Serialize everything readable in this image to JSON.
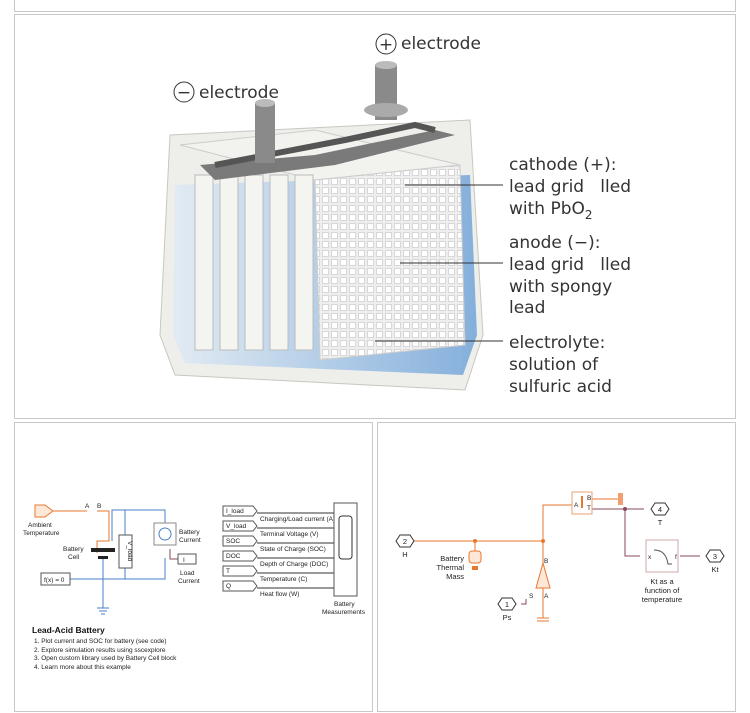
{
  "battery_diagram": {
    "positive_electrode": {
      "symbol": "+",
      "label": "electrode"
    },
    "negative_electrode": {
      "symbol": "−",
      "label": "electrode"
    },
    "cathode": [
      "cathode (+):",
      "lead grid   lled",
      "with PbO",
      "2"
    ],
    "anode": [
      "anode (−):",
      "lead grid   lled",
      "with spongy",
      "lead"
    ],
    "electrolyte": [
      "electrolyte:",
      "solution of",
      "sulfuric acid"
    ]
  },
  "lead_acid_model": {
    "ambient_temperature": [
      "Ambient",
      "Temperature"
    ],
    "port_a": "A",
    "port_b": "B",
    "battery_cell": [
      "Battery",
      "Cell"
    ],
    "v_load": "V_load",
    "battery_current": [
      "Battery",
      "Current"
    ],
    "load_current": [
      "Load",
      "Current"
    ],
    "load_block": "I",
    "solver": "f(x) = 0",
    "goto_tags": [
      "I_load",
      "V_load",
      "SOC",
      "DOC",
      "T",
      "Q"
    ],
    "signals": [
      "Charging/Load current (A)",
      "Terminal Voltage (V)",
      "State of Charge (SOC)",
      "Depth of Charge (DOC)",
      "Temperature (C)",
      "Heat flow (W)"
    ],
    "scope": [
      "Battery",
      "Measurements"
    ],
    "title": "Lead-Acid Battery",
    "links": [
      "1. Plot current and SOC for battery (see code)",
      "2. Explore simulation results using sscexplore",
      "3. Open custom library used by Battery Cell block",
      "4. Learn more about this example"
    ]
  },
  "thermal_model": {
    "port_h": {
      "num": "2",
      "label": "H"
    },
    "port_ps": {
      "num": "1",
      "label": "Ps"
    },
    "port_t": {
      "num": "4",
      "label": "T"
    },
    "port_kt": {
      "num": "3",
      "label": "Kt"
    },
    "thermal_mass": [
      "Battery",
      "Thermal",
      "Mass"
    ],
    "sensor_ports": [
      "A",
      "B",
      "T"
    ],
    "source_ports": [
      "B",
      "A",
      "S"
    ],
    "lookup_ports": [
      "x",
      "f"
    ],
    "lookup_label": [
      "Kt as a",
      "function of",
      "temperature"
    ]
  },
  "colors": {
    "thermal": "#e8782e",
    "signal": "#4a7fc8",
    "physical": "#8a4a5a"
  }
}
